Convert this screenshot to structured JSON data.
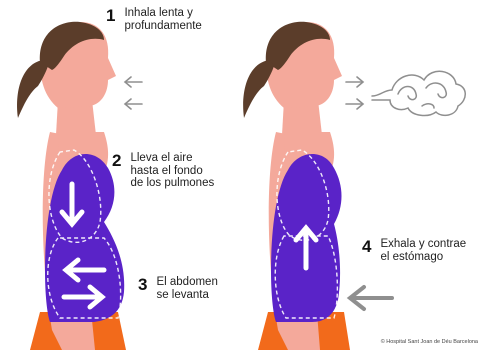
{
  "steps": [
    {
      "number": "1",
      "text": "Inhala lenta y\nprofundamente"
    },
    {
      "number": "2",
      "text": "Lleva el aire\nhasta el fondo\nde los pulmones"
    },
    {
      "number": "3",
      "text": "El abdomen\nse levanta"
    },
    {
      "number": "4",
      "text": "Exhala y contrae\nel estómago"
    }
  ],
  "credit": "© Hospital Sant Joan de Déu Barcelona",
  "colors": {
    "skin": "#f4a99b",
    "hair": "#5b3d2a",
    "shirt": "#5a23c8",
    "shorts": "#f26a1b",
    "arrow_gray": "#8f8f8f",
    "arrow_white": "#ffffff"
  },
  "icons": [
    "breath-in-arrow-icon",
    "breath-out-arrow-icon",
    "exhaled-air-cloud-icon",
    "push-arrow-icon"
  ]
}
